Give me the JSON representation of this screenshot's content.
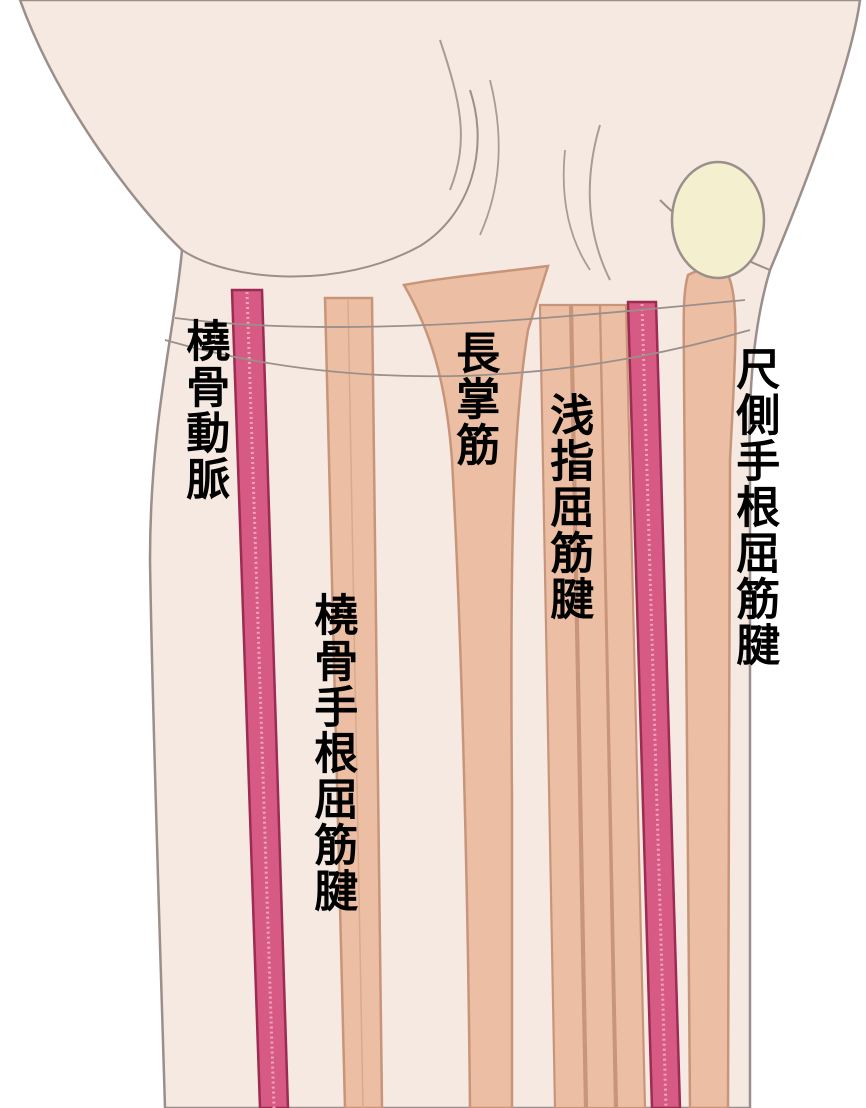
{
  "labels": {
    "radial_artery": "橈骨動脈",
    "flexor_carpi_radialis_tendon": "橈骨手根屈筋腱",
    "palmaris_longus": "長掌筋",
    "flexor_digitorum_superficialis_tendon": "浅指屈筋腱",
    "flexor_carpi_ulnaris_tendon": "尺側手根屈筋腱"
  },
  "colors": {
    "skin": "#f6e9e1",
    "outline": "#9a8f8a",
    "tendon_fill": "#ecbfa4",
    "tendon_edge": "#c8957a",
    "artery_fill": "#d65a83",
    "artery_edge": "#9c2c52",
    "pisiform": "#f4efcf",
    "label_text": "#000000"
  }
}
